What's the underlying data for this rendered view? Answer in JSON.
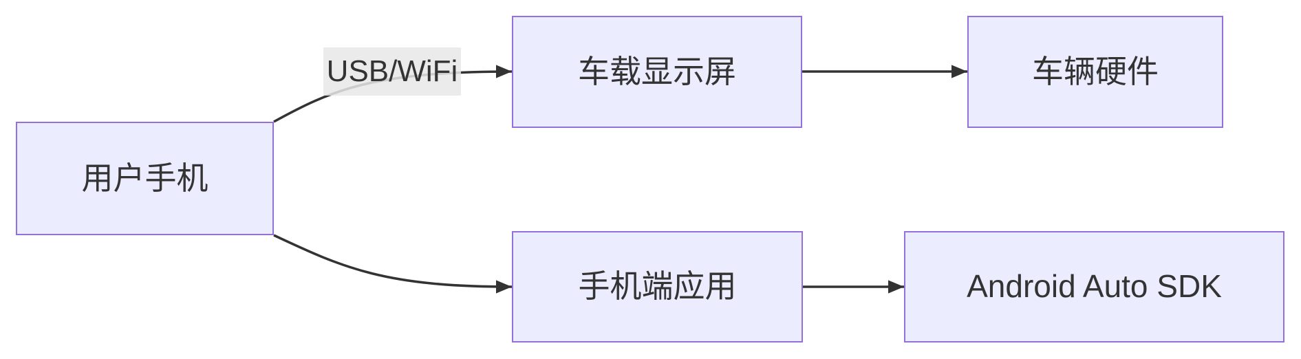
{
  "diagram": {
    "type": "flowchart",
    "direction": "LR",
    "theme": {
      "background": "#ffffff",
      "node_fill": "#ececff",
      "node_border": "#9370db",
      "edge_color": "#333333",
      "text_color": "#333333",
      "edge_label_bg": "#e8e8e8"
    },
    "nodes": [
      {
        "id": "user-phone",
        "label": "用户手机"
      },
      {
        "id": "car-display",
        "label": "车载显示屏"
      },
      {
        "id": "vehicle-hardware",
        "label": "车辆硬件"
      },
      {
        "id": "phone-app",
        "label": "手机端应用"
      },
      {
        "id": "android-auto-sdk",
        "label": "Android Auto SDK"
      }
    ],
    "edges": [
      {
        "from": "用户手机",
        "to": "车载显示屏",
        "label": "USB/WiFi"
      },
      {
        "from": "车载显示屏",
        "to": "车辆硬件",
        "label": ""
      },
      {
        "from": "用户手机",
        "to": "手机端应用",
        "label": ""
      },
      {
        "from": "手机端应用",
        "to": "Android Auto SDK",
        "label": ""
      }
    ]
  }
}
